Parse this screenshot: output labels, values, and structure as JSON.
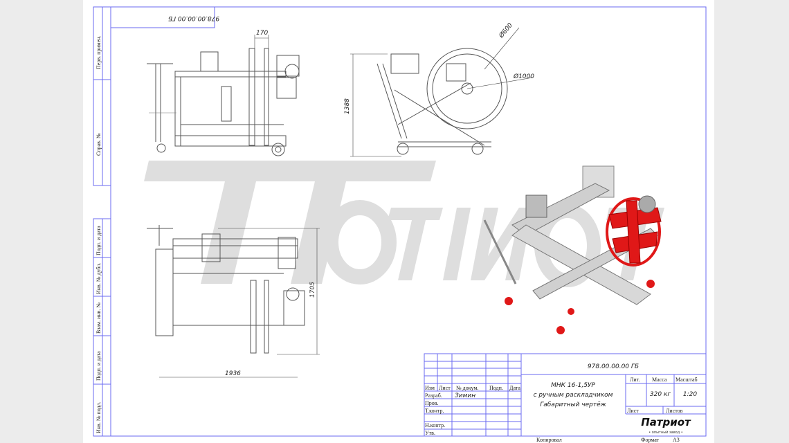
{
  "document": {
    "designation": "978.00.00.00 ГБ",
    "designation_rotated": "978.00.00.00 ГБ",
    "title_lines": [
      "МНК 16-1,5УР",
      "с ручным раскладчиком",
      "Габаритный чертёж"
    ],
    "mass": "320 кг",
    "scale": "1:20",
    "developer": "Зимин",
    "format_label": "Формат",
    "format_value": "А3",
    "copied_label": "Копировал",
    "company_logo": "Патриот",
    "company_sub": "• опытный завод •"
  },
  "title_block_labels": {
    "izm": "Изм",
    "list": "Лист",
    "doc_no": "№ докум.",
    "sign": "Подп.",
    "date": "Дата",
    "razrab": "Разраб.",
    "prov": "Пров.",
    "tkontr": "Т.контр.",
    "nkontr": "Н.контр.",
    "utv": "Утв.",
    "lit": "Лит.",
    "massa": "Масса",
    "masshtab": "Масштаб",
    "sheet": "Лист",
    "sheets": "Листов"
  },
  "side_strip": [
    "Перв. примен.",
    "Справ. №",
    "Подп. и дата",
    "Инв. № дубл.",
    "Взам. инв. №",
    "Подп. и дата",
    "Инв. № подл."
  ],
  "dimensions": {
    "d1": "170",
    "d2": "Ø600",
    "d3": "Ø1000",
    "d4": "1388",
    "d5": "1705",
    "d6": "1936"
  },
  "colors": {
    "frame": "#6a6af0",
    "reel": "#e01818",
    "watermark": "#dcdcdc"
  }
}
